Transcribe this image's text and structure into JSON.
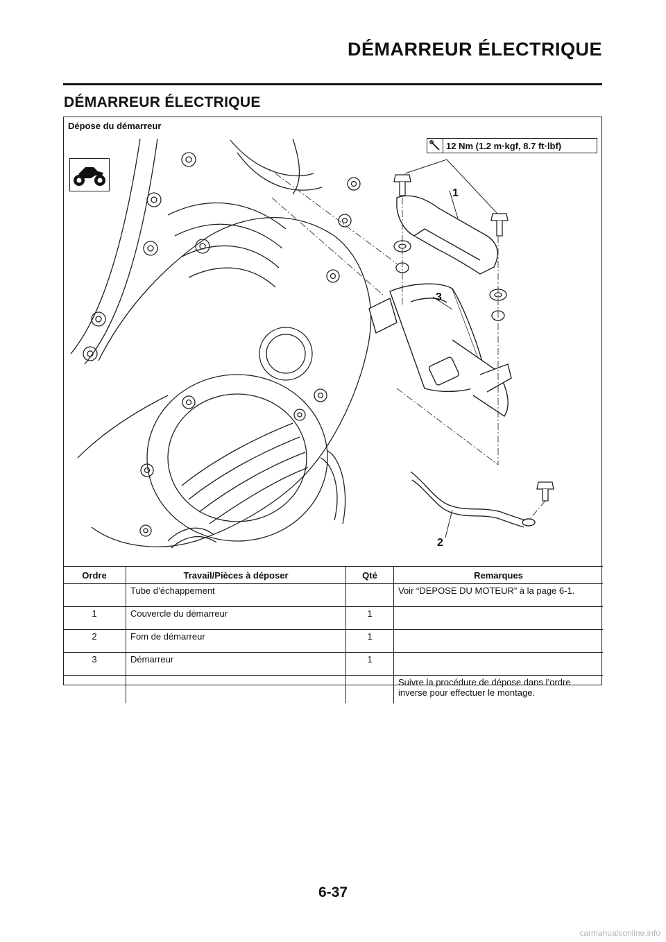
{
  "header": {
    "title": "DÉMARREUR ÉLECTRIQUE"
  },
  "section": {
    "title": "DÉMARREUR ÉLECTRIQUE"
  },
  "figure": {
    "title": "Dépose du démarreur",
    "torque": "12 Nm (1.2 m·kgf, 8.7 ft·lbf)",
    "callouts": [
      "1",
      "3",
      "2"
    ],
    "icons": [
      "motorcycle-icon",
      "torque-wrench-icon"
    ]
  },
  "table": {
    "headers": [
      "Ordre",
      "Travail/Pièces à déposer",
      "Qté",
      "Remarques"
    ],
    "rows": [
      {
        "ordre": "",
        "travail": "Tube d’échappement",
        "qte": "",
        "remarques": "Voir “DEPOSE DU MOTEUR” à la page 6-1."
      },
      {
        "ordre": "1",
        "travail": "Couvercle du démarreur",
        "qte": "1",
        "remarques": ""
      },
      {
        "ordre": "2",
        "travail": "Fom de démarreur",
        "qte": "1",
        "remarques": ""
      },
      {
        "ordre": "3",
        "travail": "Démarreur",
        "qte": "1",
        "remarques": ""
      },
      {
        "ordre": "",
        "travail": "",
        "qte": "",
        "remarques": "Suivre la procédure de dépose dans l’ordre inverse pour effectuer le montage."
      }
    ]
  },
  "page": {
    "number": "6-37"
  },
  "watermark": "carmanualsonline.info"
}
